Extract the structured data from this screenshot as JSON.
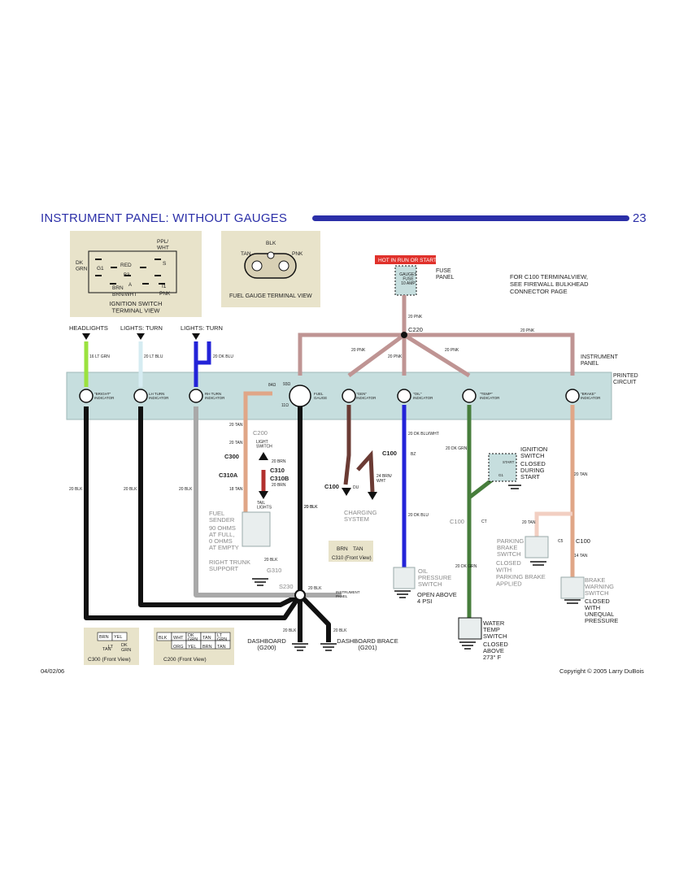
{
  "header": {
    "title": "INSTRUMENT PANEL: WITHOUT GAUGES",
    "page_number": "23"
  },
  "footer": {
    "date": "04/02/06",
    "copyright": "Copyright © 2005 Larry DuBois"
  },
  "colors": {
    "title_blue": "#2b2fa8",
    "pnk_wire": "#bf9493",
    "tan_wire": "#e0a687",
    "lt_grn_wire": "#9be23f",
    "lt_blu_wire": "#d6ecf2",
    "dk_blu_wire": "#2323d8",
    "blk_wire": "#111111",
    "gray_wire": "#a9a9a9",
    "dk_grn_wire": "#477e3c",
    "brn_wire": "#6b3b34",
    "red_wire": "#b2302e",
    "printed_circuit": "#c6dede",
    "inset_box": "#e8e3ca",
    "hot_label": "#e0312b"
  },
  "ignition_switch_view": {
    "ppl_wht": "PPL/\nWHT",
    "dk_grn": "DK\nGRN",
    "g1": "G1",
    "red": "RED",
    "b3": "B3",
    "s": "S",
    "brn": "BRN",
    "a": "A",
    "brn_wht": "BRN/WHT",
    "i1": "I1",
    "pnk": "PNK",
    "caption": "IGNITION SWITCH\nTERMINAL VIEW"
  },
  "fuel_gauge_view": {
    "blk": "BLK",
    "tan": "TAN",
    "pnk": "PNK",
    "caption": "FUEL GAUGE TERMINAL VIEW"
  },
  "fuse": {
    "hot_label": "HOT IN RUN OR START",
    "name": "GAUGES\nFUSE\n10 AMP",
    "panel_label": "FUSE\nPANEL"
  },
  "c100_note": "FOR C100 TERMINALVIEW,\nSEE FIREWALL BULKHEAD\nCONNECTOR PAGE",
  "labels": {
    "headlights": "HEADLIGHTS",
    "lights_turn_1": "LIGHTS: TURN",
    "lights_turn_2": "LIGHTS: TURN",
    "wire_16_lt_grn": "16 LT GRN",
    "wire_20_lt_blu": "20 LT BLU",
    "wire_20_dk_blu": "20 DK BLU",
    "wire_20_pnk_fuse": "20 PNK",
    "c220": "C220",
    "wire_20_pnk_right": "20 PNK",
    "wire_20_pnk_a": "20 PNK",
    "wire_20_pnk_b": "20 PNK",
    "wire_20_pnk_c": "20 PNK",
    "instrument_panel": "INSTRUMENT\nPANEL",
    "printed_circuit": "PRINTED\nCIRCUIT",
    "bright_indicator": "\"BRIGHT\"\nINDICATOR",
    "lh_turn_indicator": "LH TURN\nINDICATOR",
    "rh_turn_indicator": "RH TURN\nINDICATOR",
    "fuel_gauge": "FUEL\nGAUGE",
    "gen_indicator": "\"GEN\"\nINDICATOR",
    "oil_indicator": "\"OIL\"\nINDICATOR",
    "temp_indicator": "\"TEMP\"\nINDICATOR",
    "brake_indicator": "\"BRAKE\"\nINDICATOR",
    "resistor_84": "84Ω",
    "resistor_93": "93Ω",
    "resistor_11": "11Ω",
    "wire_20_tan_a": "20 TAN",
    "c200_a": "C200",
    "wire_20_tan_b": "20 TAN",
    "c300": "C300",
    "c310a": "C310A",
    "wire_18_tan": "18 TAN",
    "light_switch": "LIGHT\nSWITCH",
    "wire_20_brn_a": "20 BRN",
    "c310": "C310",
    "c310b": "C310B",
    "wire_20_brn_b": "20 BRN",
    "tail_lights": "TAIL\nLIGHTS",
    "wire_20_blk_fuel": "20 BLK",
    "fuel_sender": "FUEL\nSENDER",
    "fuel_sender_spec": "90 OHMS\nAT FULL,\n0 OHMS\nAT EMPTY",
    "wire_20_blk_sender": "20 BLK",
    "right_trunk_support": "RIGHT TRUNK\nSUPPORT",
    "g310": "G310",
    "c100_du": "C100",
    "du": "DU",
    "wire_24_brn_wht": "24 BRN/\nWHT",
    "charging_system": "CHARGING\nSYSTEM",
    "c310_brn": "BRN",
    "c310_tan": "TAN",
    "c310_front": "C310 (Front View)",
    "wire_20_dk_blu_wht": "20 DK BLU/WHT",
    "c100_bz": "C100",
    "bz": "BZ",
    "wire_20_dk_blu_b": "20 DK BLU",
    "oil_pressure_switch": "OIL\nPRESSURE\nSWITCH",
    "open_above": "OPEN ABOVE\n4 PSI",
    "wire_20_dk_grn_a": "20 DK GRN",
    "c100_ct": "C100",
    "ct": "CT",
    "wire_20_dk_grn_b": "20 DK GRN",
    "water_temp_switch": "WATER\nTEMP\nSWITCH",
    "closed_above": "CLOSED\nABOVE\n273° F",
    "ignition_switch": "IGNITION\nSWITCH",
    "closed_during_start": "CLOSED\nDURING\nSTART",
    "start": "START",
    "g1": "G1",
    "wire_20_tan_brake": "20 TAN",
    "wire_20_tan_c": "20 TAN",
    "c5": "C5",
    "c100_brake": "C100",
    "wire_14_tan": "14 TAN",
    "parking_brake_switch": "PARKING\nBRAKE\nSWITCH",
    "closed_with_parking": "CLOSED\nWITH\nPARKING BRAKE\nAPPLIED",
    "brake_warning_switch": "BRAKE\nWARNING\nSWITCH",
    "closed_with_unequal": "CLOSED\nWITH\nUNEQUAL\nPRESSURE",
    "wire_20_blk_head": "20 BLK",
    "wire_20_blk_lh": "20 BLK",
    "wire_20_blk_rh": "20 BLK",
    "wire_20_blk_fuel2": "20 BLK",
    "s230": "S230",
    "wire_20_blk_ip": "20 BLK",
    "instrument_panel_ground": "INSTRUMENT\nPANEL",
    "wire_20_blk_g200": "20 BLK",
    "wire_20_blk_g201": "20 BLK",
    "dashboard": "DASHBOARD\n(G200)",
    "dashboard_brace": "DASHBOARD BRACE\n(G201)"
  },
  "c300_connector": {
    "cells": [
      "BRN",
      "YEL",
      "LT",
      "DK",
      "TAN",
      "GRN",
      "GRN"
    ],
    "caption": "C300 (Front View)"
  },
  "c200_connector": {
    "cells": [
      "BLK",
      "WHT",
      "DK\nGRN",
      "TAN",
      "LT\nGRN",
      "ORG",
      "YEL",
      "BRN",
      "TAN"
    ],
    "caption": "C200 (Front View)"
  }
}
